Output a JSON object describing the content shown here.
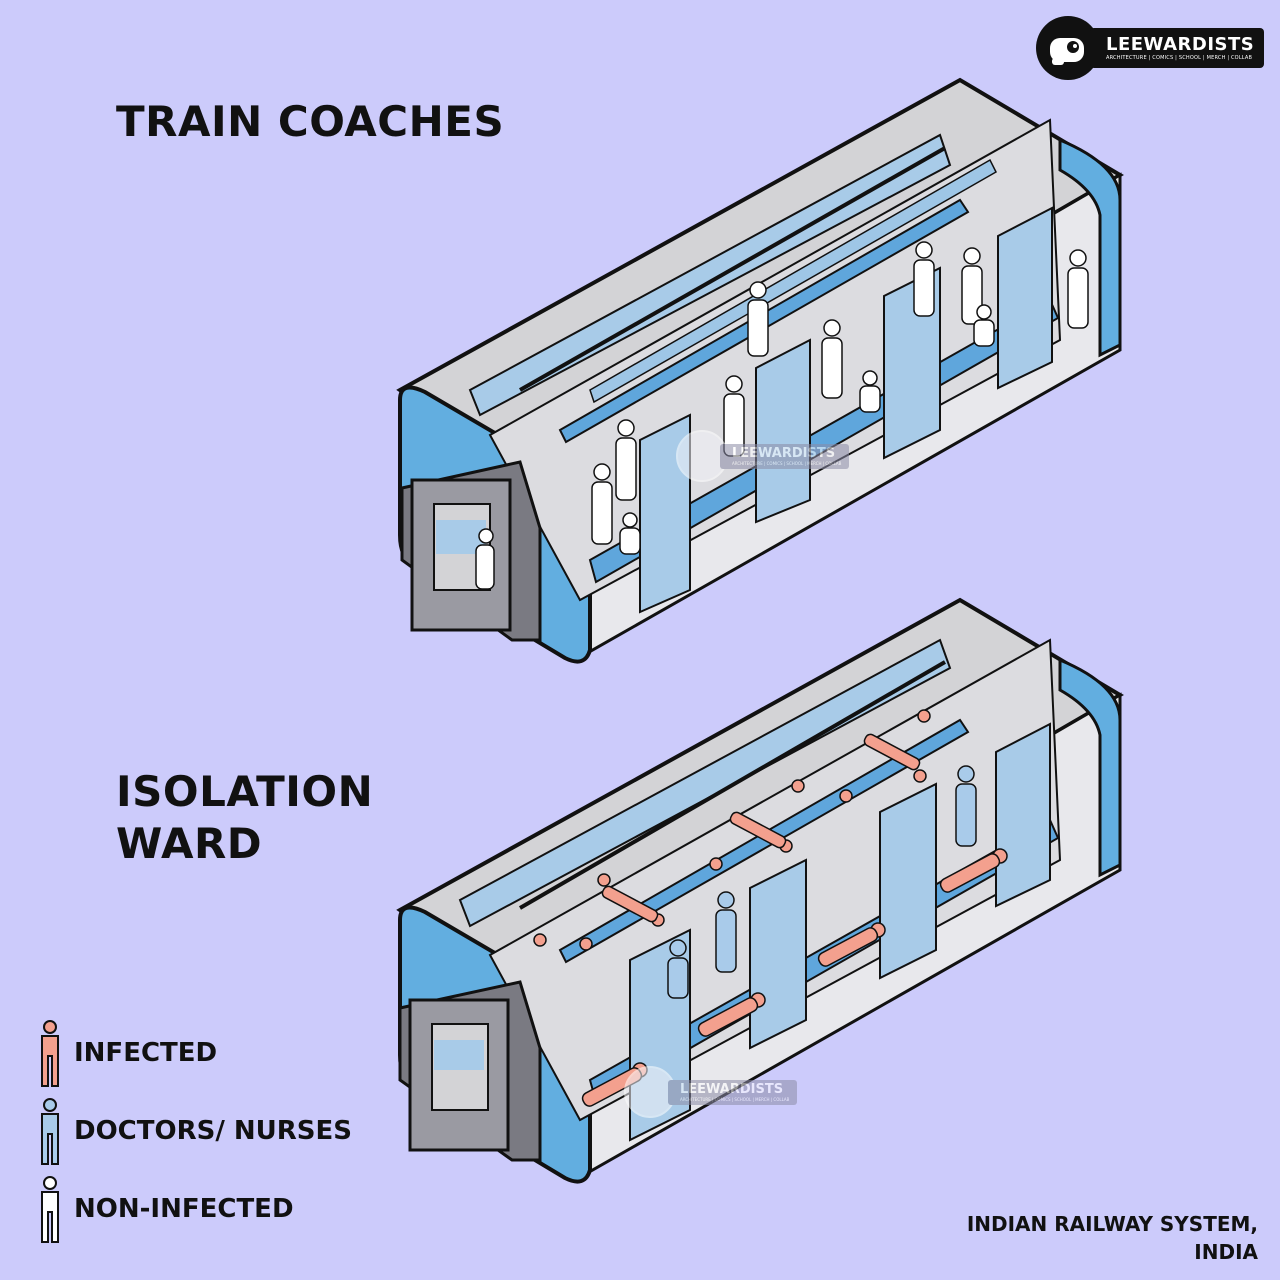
{
  "headings": {
    "top": "TRAIN COACHES",
    "bottom_line1": "ISOLATION",
    "bottom_line2": "WARD"
  },
  "logo": {
    "name": "LEEWARDISTS",
    "tagline": "ARCHITECTURE | COMICS | SCHOOL | MERCH | COLLAB"
  },
  "legend": [
    {
      "label": "INFECTED",
      "color": "#f3a08e"
    },
    {
      "label": "DOCTORS/ NURSES",
      "color": "#a9cbea"
    },
    {
      "label": "NON-INFECTED",
      "color": "#ffffff"
    }
  ],
  "footer": {
    "line1": "INDIAN RAILWAY SYSTEM,",
    "line2": "INDIA"
  },
  "colors": {
    "background": "#cccbfb",
    "coach_blue": "#62aee0",
    "coach_grey": "#d3d3d6",
    "partition": "#a8cbe8",
    "berth": "#5fa6dc",
    "infected": "#f3a08e",
    "staff": "#a9cbea",
    "non_infected": "#ffffff"
  }
}
